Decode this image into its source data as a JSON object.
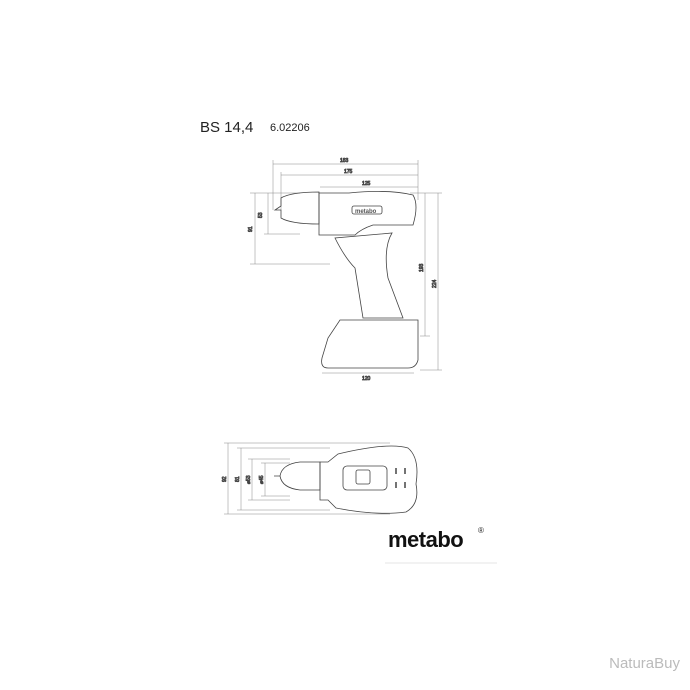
{
  "header": {
    "model": "BS 14,4",
    "article_number": "6.02206"
  },
  "side_view": {
    "dimensions": {
      "length_overall": "183",
      "length_2": "175",
      "length_3": "125",
      "chuck_height": "53",
      "height_front": "91",
      "height_rear": "193",
      "height_total": "224",
      "battery_width": "120"
    }
  },
  "top_view": {
    "dimensions": {
      "width_1": "92",
      "width_2": "81",
      "dia_1": "⌀53",
      "dia_2": "⌀45"
    }
  },
  "logo": {
    "brand": "metabo",
    "registered": "®",
    "body_label": "metabo"
  },
  "watermark": "NaturaBuy"
}
